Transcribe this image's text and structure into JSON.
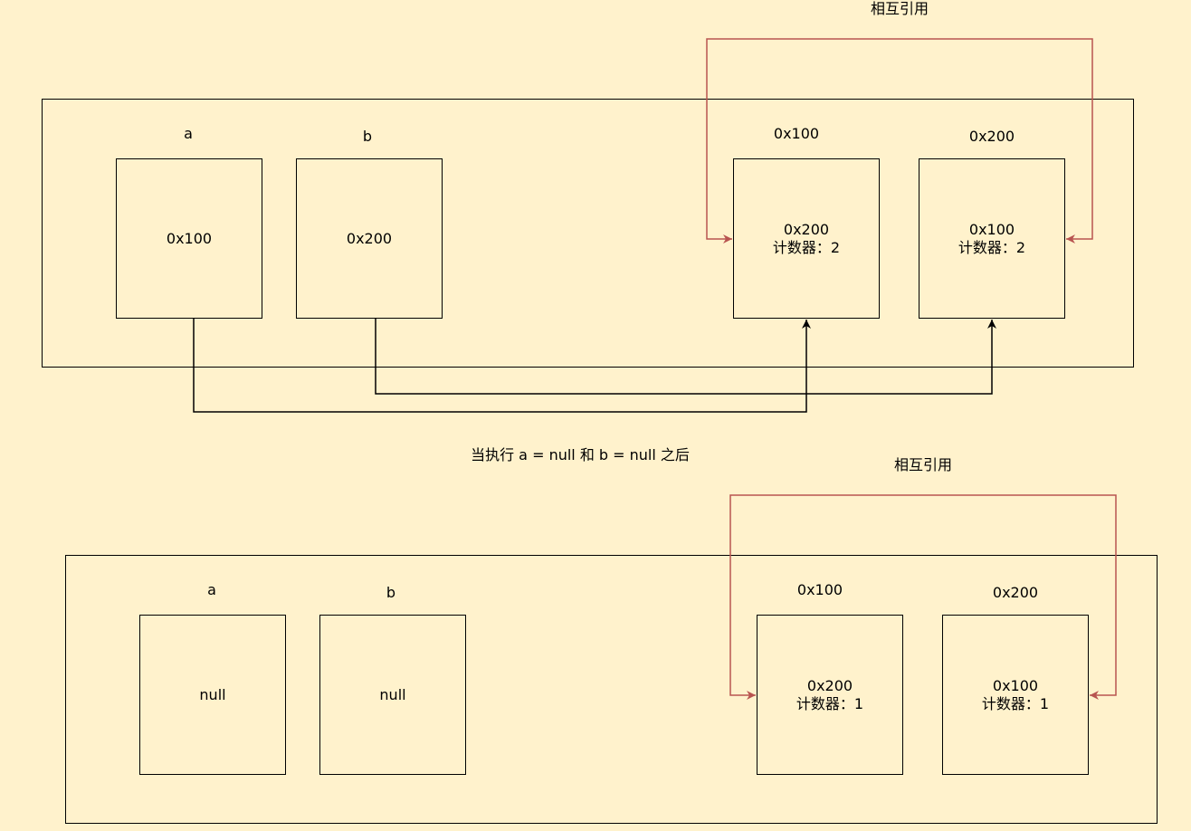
{
  "colors": {
    "background": "#fff2cc",
    "line": "#000000",
    "mutual_ref": "#b85450"
  },
  "top": {
    "mutual_ref_label": "相互引用",
    "var_a": {
      "name": "a",
      "value": "0x100"
    },
    "var_b": {
      "name": "b",
      "value": "0x200"
    },
    "obj1": {
      "address": "0x100",
      "value": "0x200",
      "counter": "计数器：2"
    },
    "obj2": {
      "address": "0x200",
      "value": "0x100",
      "counter": "计数器：2"
    }
  },
  "caption": "当执行 a = null 和 b = null 之后",
  "bottom": {
    "mutual_ref_label": "相互引用",
    "var_a": {
      "name": "a",
      "value": "null"
    },
    "var_b": {
      "name": "b",
      "value": "null"
    },
    "obj1": {
      "address": "0x100",
      "value": "0x200",
      "counter": "计数器：1"
    },
    "obj2": {
      "address": "0x200",
      "value": "0x100",
      "counter": "计数器：1"
    }
  }
}
